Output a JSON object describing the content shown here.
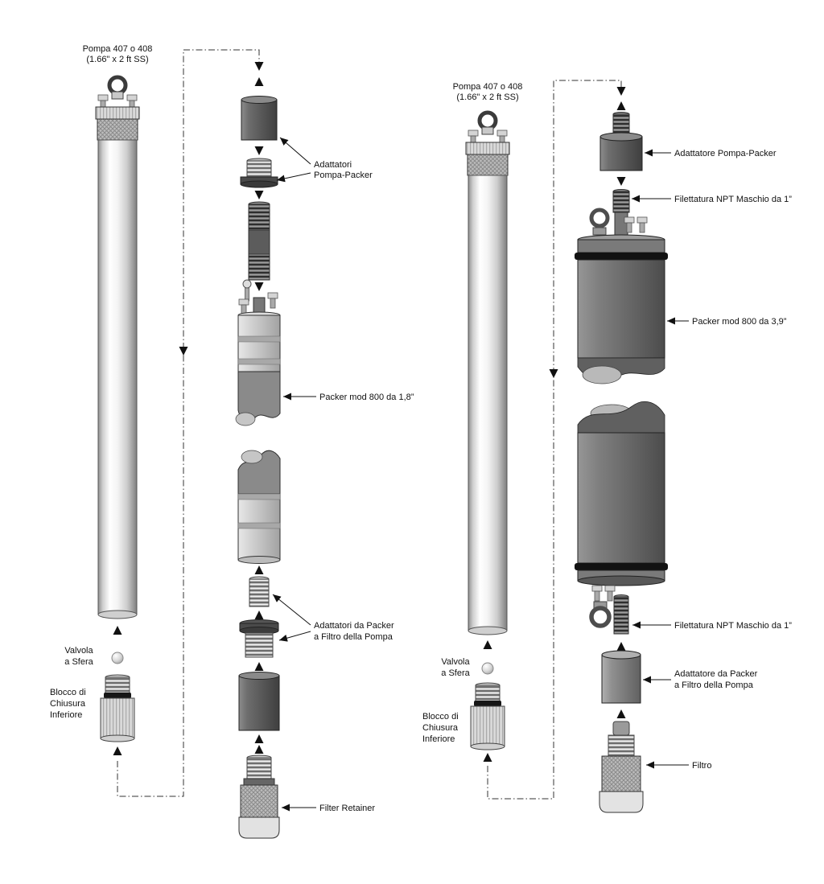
{
  "left": {
    "pump_label_1": "Pompa 407 o 408",
    "pump_label_2": "(1.66\" x 2 ft SS)",
    "adapters_label_1": "Adattatori",
    "adapters_label_2": "Pompa-Packer",
    "packer_label": "Packer mod 800 da 1,8”",
    "packer_filter_adapters_label_1": "Adattatori da Packer",
    "packer_filter_adapters_label_2": "a Filtro della Pompa",
    "filter_retainer_label": "Filter Retainer",
    "ball_valve_label_1": "Valvola",
    "ball_valve_label_2": "a Sfera",
    "bottom_block_label_1": "Blocco di",
    "bottom_block_label_2": "Chiusura",
    "bottom_block_label_3": "Inferiore"
  },
  "right": {
    "pump_label_1": "Pompa 407 o 408",
    "pump_label_2": "(1.66\" x 2 ft SS)",
    "pump_packer_adapter_label": "Adattatore Pompa-Packer",
    "npt_top_label": "Filettatura NPT Maschio da 1”",
    "packer_label": "Packer mod 800 da 3,9”",
    "npt_bottom_label": "Filettatura NPT Maschio da 1”",
    "ball_valve_label_1": "Valvola",
    "ball_valve_label_2": "a Sfera",
    "bottom_block_label_1": "Blocco di",
    "bottom_block_label_2": "Chiusura",
    "bottom_block_label_3": "Inferiore",
    "packer_filter_adapter_label_1": "Adattatore da Packer",
    "packer_filter_adapter_label_2": "a Filtro della Pompa",
    "filter_label": "Filtro"
  },
  "colors": {
    "background": "#ffffff",
    "line": "#111111",
    "dark_metal": "#565656",
    "light_metal": "#d2d2d2",
    "seal_black": "#121212"
  }
}
